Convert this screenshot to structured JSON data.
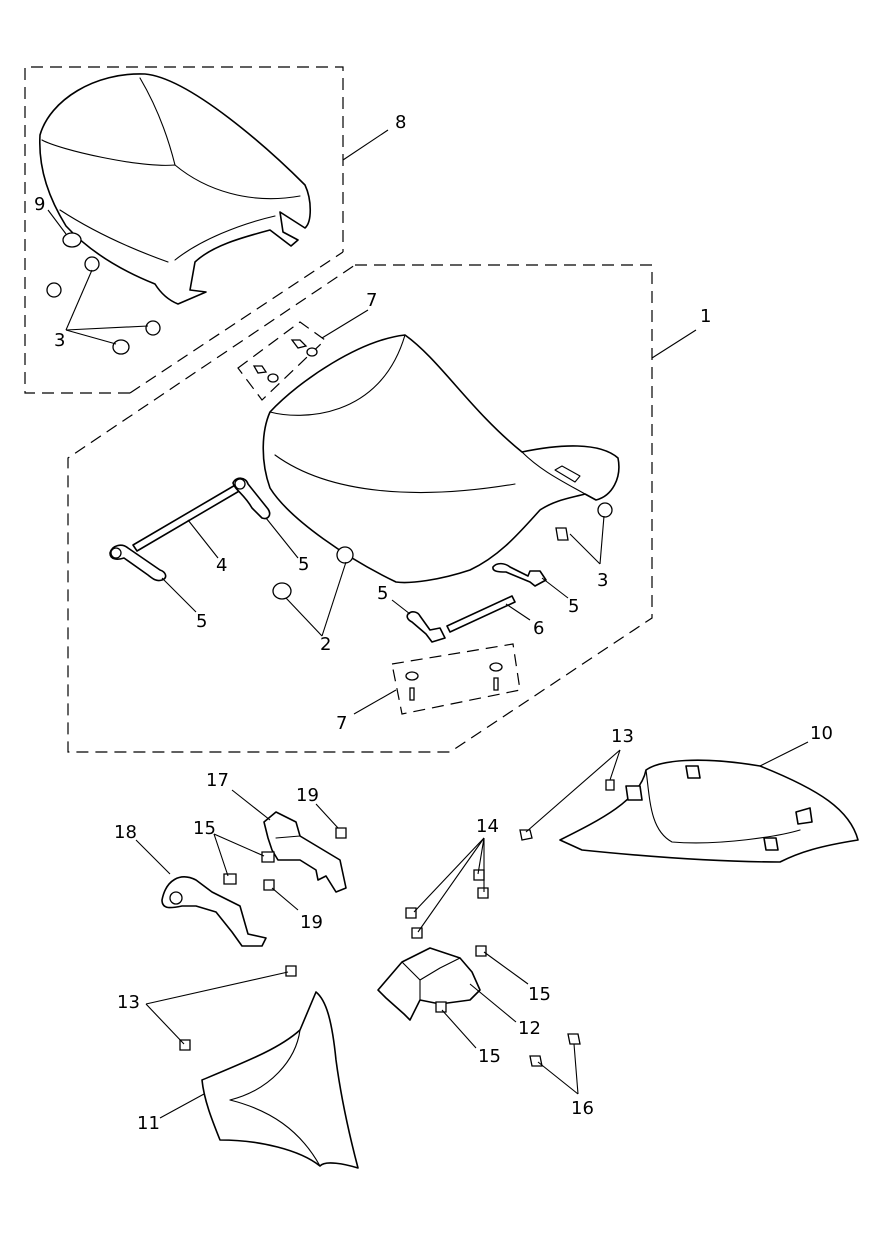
{
  "diagram": {
    "callouts": {
      "c1": "1",
      "c2": "2",
      "c3a": "3",
      "c3b": "3",
      "c4": "4",
      "c5a": "5",
      "c5b": "5",
      "c5c": "5",
      "c5d": "5",
      "c6": "6",
      "c7a": "7",
      "c7b": "7",
      "c8": "8",
      "c9": "9",
      "c10": "10",
      "c11": "11",
      "c12": "12",
      "c13a": "13",
      "c13b": "13",
      "c14": "14",
      "c15a": "15",
      "c15b": "15",
      "c15c": "15",
      "c16": "16",
      "c17": "17",
      "c18": "18",
      "c19a": "19",
      "c19b": "19"
    }
  }
}
